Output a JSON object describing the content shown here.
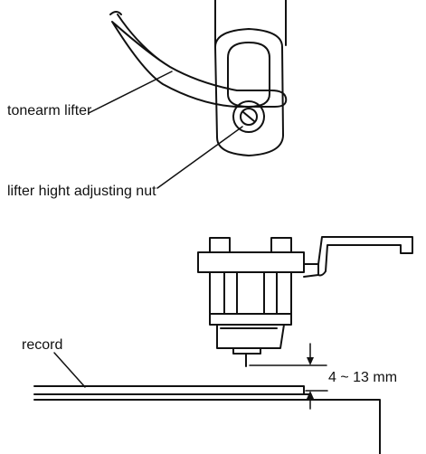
{
  "labels": {
    "tonearm_lifter": "tonearm lifter",
    "adjusting_nut": "lifter hight adjusting nut",
    "record": "record",
    "gap": "4 ~ 13 mm"
  },
  "colors": {
    "ink": "#111111",
    "paper": "#ffffff"
  }
}
